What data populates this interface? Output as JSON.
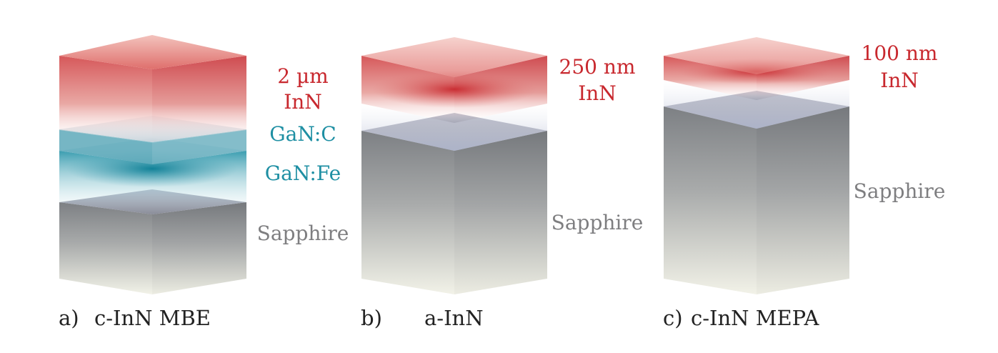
{
  "colors": {
    "inn": "#c8282e",
    "gan": "#1e8fa3",
    "sapphire": "#7e7e80",
    "caption": "#222222"
  },
  "panels": [
    {
      "id": "a",
      "caption_letter": "a)",
      "caption_text": "c-InN MBE",
      "layers": [
        {
          "type": "inn",
          "labels": [
            "2 µm",
            "InN"
          ]
        },
        {
          "type": "gan-c",
          "labels": [
            "GaN:C"
          ]
        },
        {
          "type": "gan-fe",
          "labels": [
            "GaN:Fe"
          ]
        },
        {
          "type": "sapphire",
          "labels": [
            "Sapphire"
          ]
        }
      ]
    },
    {
      "id": "b",
      "caption_letter": "b)",
      "caption_text": "a-InN",
      "layers": [
        {
          "type": "inn",
          "labels": [
            "250 nm",
            "InN"
          ]
        },
        {
          "type": "sapphire",
          "labels": [
            "Sapphire"
          ]
        }
      ]
    },
    {
      "id": "c",
      "caption_letter": "c)",
      "caption_text": "c-InN MEPA",
      "layers": [
        {
          "type": "inn",
          "labels": [
            "100 nm",
            "InN"
          ]
        },
        {
          "type": "sapphire",
          "labels": [
            "Sapphire"
          ]
        }
      ]
    }
  ]
}
